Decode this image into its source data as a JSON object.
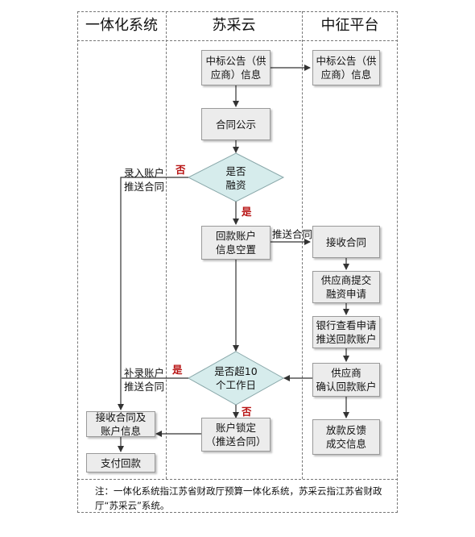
{
  "lanes": {
    "left": "一体化系统",
    "middle": "苏采云",
    "right": "中征平台"
  },
  "nodes": {
    "bid_notice_sucaiyun": "中标公告（供\n应商）信息",
    "bid_notice_zhongzheng": "中标公告（供\n应商）信息",
    "contract_publicity": "合同公示",
    "is_financing": "是否\n融资",
    "repayment_account_blank": "回款账户\n信息空置",
    "receive_contract": "接收合同",
    "supplier_submit": "供应商提交\n融资申请",
    "bank_check": "银行查看申请\n推送回款账户",
    "over_10_days": "是否超10\n个工作日",
    "supplier_confirm": "供应商\n确认回款账户",
    "account_lock": "账户锁定\n（推送合同）",
    "loan_feedback": "放款反馈\n成交信息",
    "receive_contract_account": "接收合同及\n账户信息",
    "pay_repayment": "支付回款"
  },
  "edge_labels": {
    "no_1": "否",
    "record_push": "录入账户\n推送合同",
    "yes_1": "是",
    "push_contract": "推送合同",
    "supplement_push": "补录账户\n推送合同",
    "yes_2": "是",
    "no_2": "否"
  },
  "note": "注：一体化系统指江苏省财政厅预算一体化系统，苏采云指江苏省财政厅“苏采云”系统。",
  "colors": {
    "box_fill": "#ececec",
    "diamond_fill": "#d6ecec",
    "line": "#333333",
    "accent_red": "#b81414"
  }
}
